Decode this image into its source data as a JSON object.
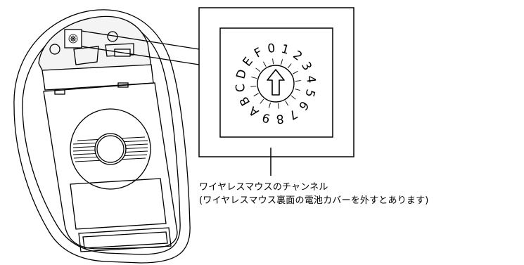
{
  "diagram": {
    "caption_line1": "ワイヤレスマウスのチャンネル",
    "caption_line2": "(ワイヤレスマウス裏面の電池カバーを外すとあります)",
    "dial_labels": [
      "0",
      "1",
      "2",
      "3",
      "4",
      "5",
      "6",
      "7",
      "8",
      "9",
      "A",
      "B",
      "C",
      "D",
      "E",
      "F"
    ]
  },
  "colors": {
    "line": "#000000",
    "background": "#ffffff",
    "shade": "#cccccc"
  },
  "icons": {
    "dial_arrow": "up-arrow-icon"
  }
}
